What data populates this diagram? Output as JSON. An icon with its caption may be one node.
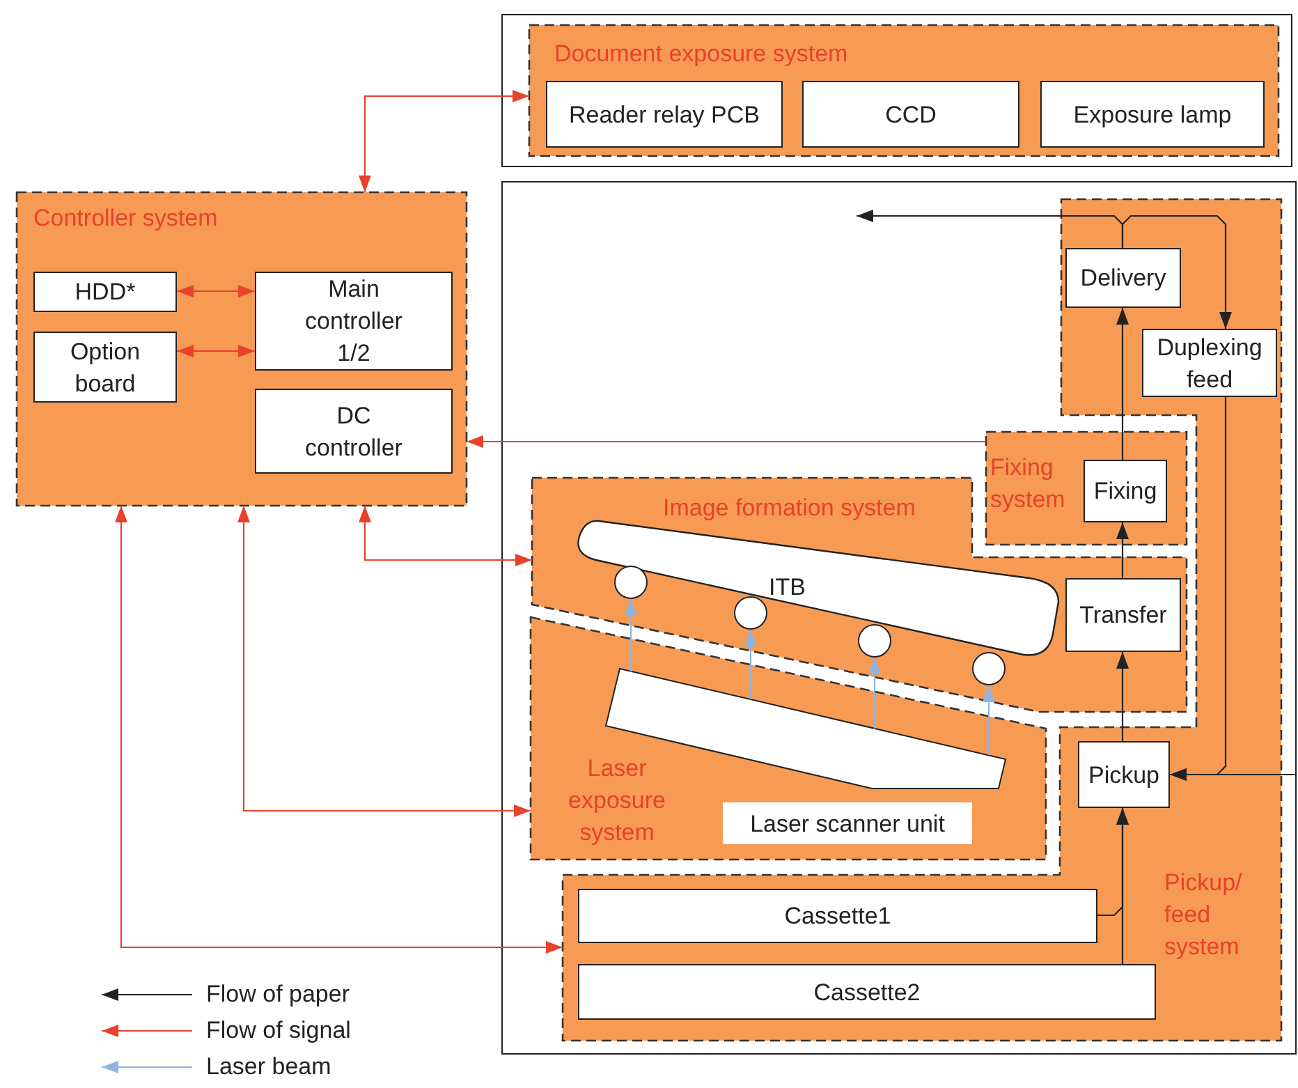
{
  "diagram": {
    "nodes": [
      {
        "text": [],
        "shape": "box"
      },
      {
        "text": [
          "Document exposure system"
        ],
        "in": 0
      },
      {
        "text": [
          "Reader relay PCB"
        ],
        "in": 1
      },
      {
        "text": [
          "CCD"
        ],
        "in": 1
      },
      {
        "text": [
          "Exposure lamp"
        ],
        "in": 1
      },
      {
        "text": [
          "Controller system"
        ]
      },
      {
        "text": [
          "HDD*"
        ],
        "in": 5
      },
      {
        "text": [
          "Option board"
        ],
        "in": 5
      },
      {
        "text": [
          "Main controller 1/2"
        ],
        "in": 5
      },
      {
        "text": [
          "DC controller"
        ],
        "in": 5
      },
      {
        "text": [],
        "shape": "box"
      },
      {
        "text": [
          "Pickup/ feed system"
        ],
        "in": 10
      },
      {
        "text": [
          "Delivery"
        ],
        "in": 11
      },
      {
        "text": [
          "Duplexing feed"
        ],
        "in": 11
      },
      {
        "text": [
          "Fixing system"
        ],
        "in": 10
      },
      {
        "text": [
          "Fixing"
        ],
        "in": 14
      },
      {
        "text": [
          "Image formation system"
        ],
        "in": 10
      },
      {
        "text": [
          "ITB"
        ],
        "in": 16
      },
      {
        "text": [],
        "shape": "circle",
        "in": 16
      },
      {
        "text": [],
        "shape": "circle",
        "in": 16
      },
      {
        "text": [],
        "shape": "circle",
        "in": 16
      },
      {
        "text": [],
        "shape": "circle",
        "in": 16
      },
      {
        "text": [
          "Transfer"
        ],
        "in": 16
      },
      {
        "text": [
          "Laser exposure system"
        ],
        "in": 10
      },
      {
        "text": [],
        "shape": "box",
        "in": 23
      },
      {
        "text": [
          "Laser scanner unit"
        ],
        "in": 23
      },
      {
        "text": [
          "Pickup"
        ],
        "in": 11
      },
      {
        "text": [
          "Cassette1"
        ],
        "in": 11
      },
      {
        "text": [
          "Cassette2"
        ],
        "in": 11
      }
    ],
    "edges": [
      {
        "from": 27,
        "to": 26,
        "arrow": "to"
      },
      {
        "from": 28,
        "to": 26,
        "arrow": "to"
      },
      {
        "from": 26,
        "to": 22,
        "arrow": "to"
      },
      {
        "from": 22,
        "to": 15,
        "arrow": "to"
      },
      {
        "from": 15,
        "to": 12,
        "arrow": "to"
      },
      {
        "from": 12,
        "to": null,
        "arrow": "to"
      },
      {
        "from": 12,
        "to": 13,
        "arrow": "to"
      },
      {
        "from": 13,
        "to": 26,
        "arrow": "to"
      },
      {
        "from": null,
        "to": 26,
        "arrow": "to"
      },
      {
        "from": 5,
        "to": 1,
        "arrow": "both",
        "color": "#e8412c"
      },
      {
        "from": 6,
        "to": 8,
        "arrow": "both",
        "color": "#e8412c"
      },
      {
        "from": 7,
        "to": 8,
        "arrow": "both",
        "color": "#e8412c"
      },
      {
        "from": 14,
        "to": 5,
        "arrow": "to",
        "color": "#e8412c"
      },
      {
        "from": 5,
        "to": 16,
        "arrow": "both",
        "color": "#e8412c"
      },
      {
        "from": 5,
        "to": 23,
        "arrow": "both",
        "color": "#e8412c"
      },
      {
        "from": 5,
        "to": 11,
        "arrow": "both",
        "color": "#e8412c"
      },
      {
        "from": 24,
        "to": 18,
        "arrow": "to",
        "color": "#8db4e2"
      },
      {
        "from": 24,
        "to": 19,
        "arrow": "to",
        "color": "#8db4e2"
      },
      {
        "from": 24,
        "to": 20,
        "arrow": "to",
        "color": "#8db4e2"
      },
      {
        "from": 24,
        "to": 21,
        "arrow": "to",
        "color": "#8db4e2"
      }
    ],
    "legend": [
      {
        "text": "Flow of paper"
      },
      {
        "text": "Flow of signal"
      },
      {
        "text": "Laser beam"
      }
    ]
  }
}
